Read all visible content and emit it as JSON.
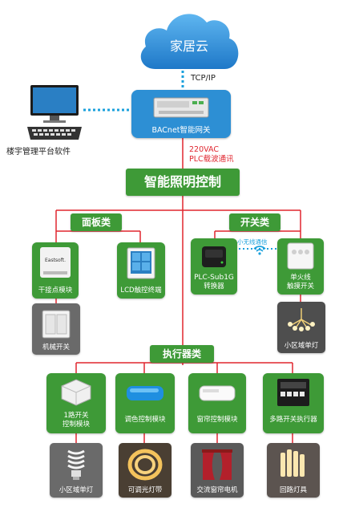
{
  "cloud": {
    "label": "家居云"
  },
  "gateway": {
    "protocol_label": "TCP/IP",
    "label": "BACnet智能网关"
  },
  "computer": {
    "label": "楼宇管理平台软件"
  },
  "plc": {
    "line1": "220VAC",
    "line2": "PLC载波通讯"
  },
  "main_title": "智能照明控制",
  "panel_group": {
    "title": "面板类",
    "items": [
      {
        "label": "干接点模块",
        "device_text": "Eastsoft."
      },
      {
        "label": "LCD触控终端"
      }
    ],
    "extra": {
      "label": "机械开关"
    }
  },
  "switch_group": {
    "title": "开关类",
    "wireless_label": "小无线通信",
    "items": [
      {
        "label_line1": "PLC-Sub1G",
        "label_line2": "转换器"
      },
      {
        "label_line1": "单火线",
        "label_line2": "触摸开关"
      }
    ],
    "extra": {
      "label": "小区域单灯"
    }
  },
  "actuator_group": {
    "title": "执行器类",
    "items": [
      {
        "label_line1": "1路开关",
        "label_line2": "控制模块",
        "photo_label": "小区域单灯"
      },
      {
        "label_line1": "调色控制模块",
        "photo_label": "可调光灯带"
      },
      {
        "label_line1": "窗帘控制模块",
        "photo_label": "交流窗帘电机"
      },
      {
        "label_line1": "多路开关执行器",
        "photo_label": "回路灯具"
      }
    ]
  },
  "colors": {
    "green": "#3e9a37",
    "red_line": "#e0262f",
    "blue_dotted": "#1aa0dc",
    "cloud_blue": "#2f8fd8",
    "gateway_blue": "#2d8fd4",
    "photo_gray": "#6a6a6a"
  }
}
